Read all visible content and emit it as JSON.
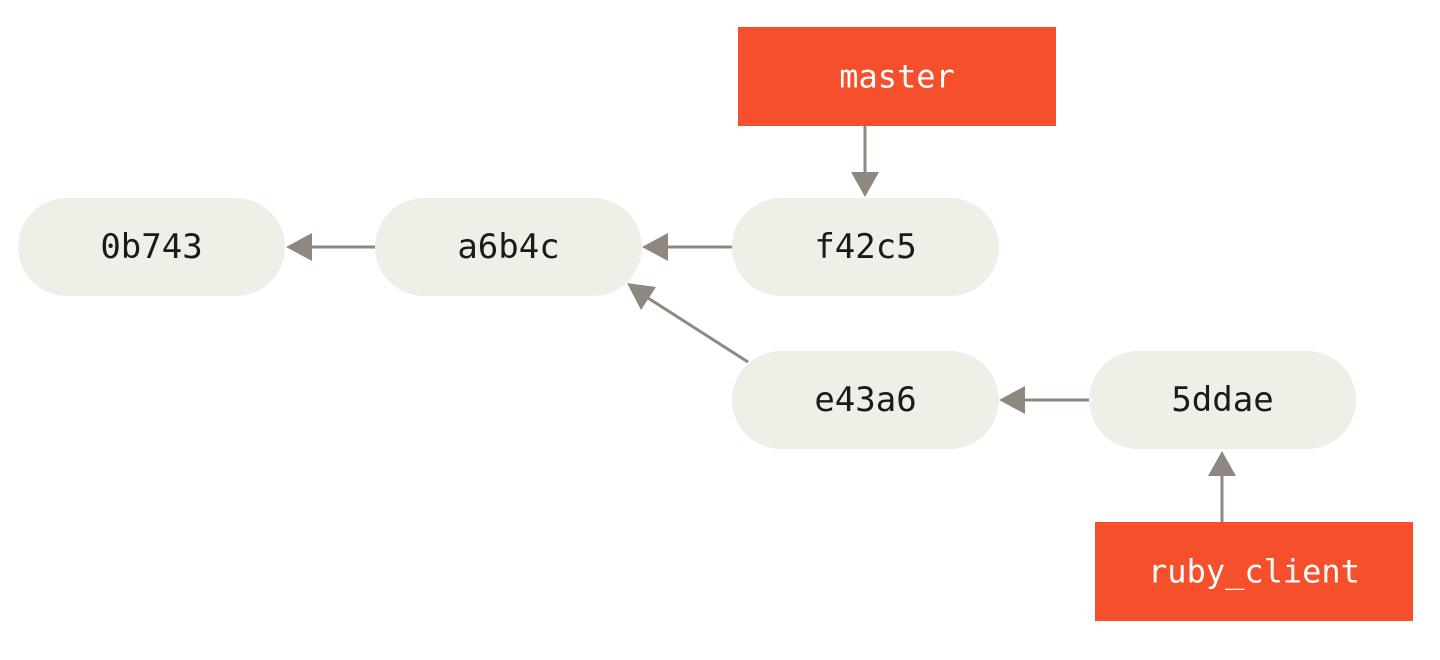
{
  "colors": {
    "commit_fill": "#efeee7",
    "branch_fill": "#f64f2b",
    "arrow": "#8e8880",
    "commit_text": "#1a1a1a",
    "branch_text": "#ffffff"
  },
  "commits": {
    "c0b743": "0b743",
    "ca6b4c": "a6b4c",
    "cf42c5": "f42c5",
    "ce43a6": "e43a6",
    "c5ddae": "5ddae"
  },
  "branches": {
    "master": "master",
    "ruby_client": "ruby_client"
  }
}
